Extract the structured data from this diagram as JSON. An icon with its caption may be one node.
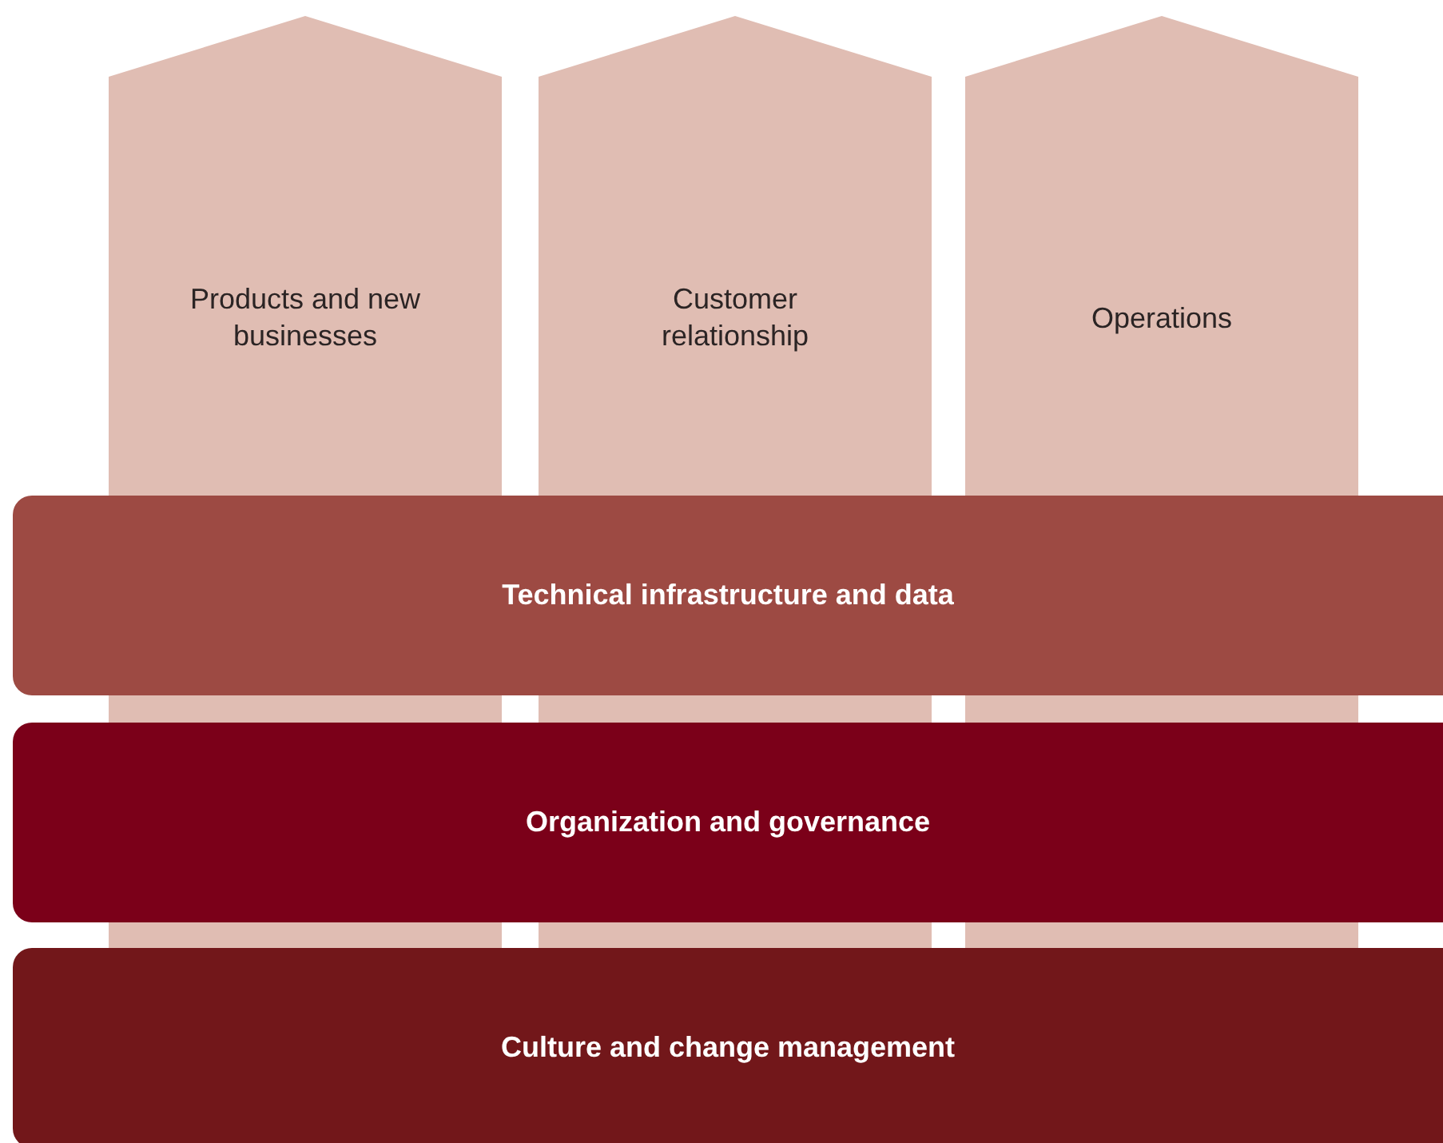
{
  "diagram": {
    "nodes": [
      {
        "text": [
          "Products and new businesses"
        ]
      },
      {
        "text": [
          "Customer relationship"
        ]
      },
      {
        "text": [
          "Operations"
        ]
      },
      {
        "text": [
          "Technical infrastructure and data"
        ]
      },
      {
        "text": [],
        "shape": "bar"
      },
      {
        "text": [],
        "shape": "bar"
      },
      {
        "text": [],
        "shape": "bar"
      },
      {
        "text": [
          "Organization and governance"
        ]
      },
      {
        "text": [],
        "shape": "bar"
      },
      {
        "text": [],
        "shape": "bar"
      },
      {
        "text": [],
        "shape": "bar"
      },
      {
        "text": [
          "Culture and change management"
        ]
      }
    ]
  }
}
